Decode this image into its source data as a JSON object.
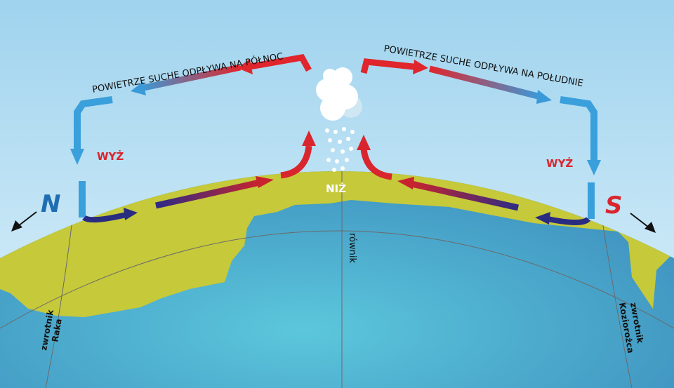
{
  "labels": {
    "north_flow": "POWIETRZE SUCHE ODPŁYWA NA PÓŁNOC",
    "south_flow": "POWIETRZE SUCHE ODPŁYWA NA POŁUDNIE",
    "high_left": "WYŻ",
    "high_right": "WYŻ",
    "low": "NIŻ",
    "north": "N",
    "south": "S",
    "equator": "równik",
    "tropic_cancer_line1": "zwrotnik",
    "tropic_cancer_line2": "Raka",
    "tropic_capricorn_line1": "zwrotnik",
    "tropic_capricorn_line2": "Koziorożca"
  },
  "colors": {
    "sky_top": "#9fd3ee",
    "sky_bottom": "#d6eef9",
    "ocean": "#4aa8cc",
    "land": "#c5c93a",
    "descending_air": "#3aa0dc",
    "rising_air": "#d9262e",
    "trade_wind": "#2a2c82",
    "high_label": "#d9262e",
    "north_label": "#1f6db3",
    "south_label": "#d9262e",
    "cloud": "#ffffff"
  }
}
